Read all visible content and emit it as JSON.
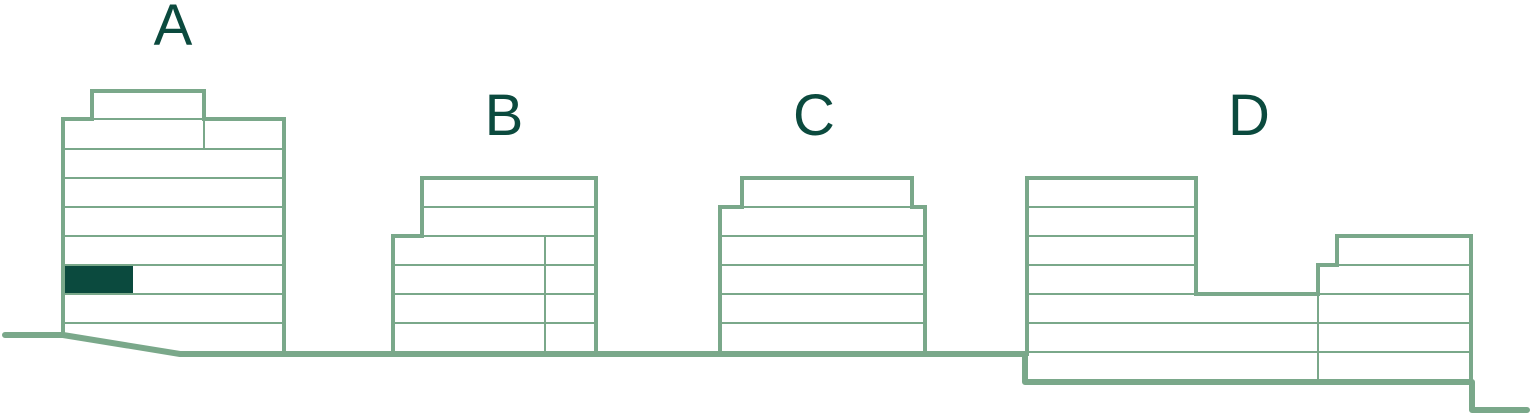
{
  "colors": {
    "outline": "#7aa88a",
    "label": "#0b4a3e",
    "highlight": "#0b4a3e"
  },
  "buildings": [
    {
      "label": "A",
      "highlighted_unit": true
    },
    {
      "label": "B"
    },
    {
      "label": "C"
    },
    {
      "label": "D"
    }
  ]
}
